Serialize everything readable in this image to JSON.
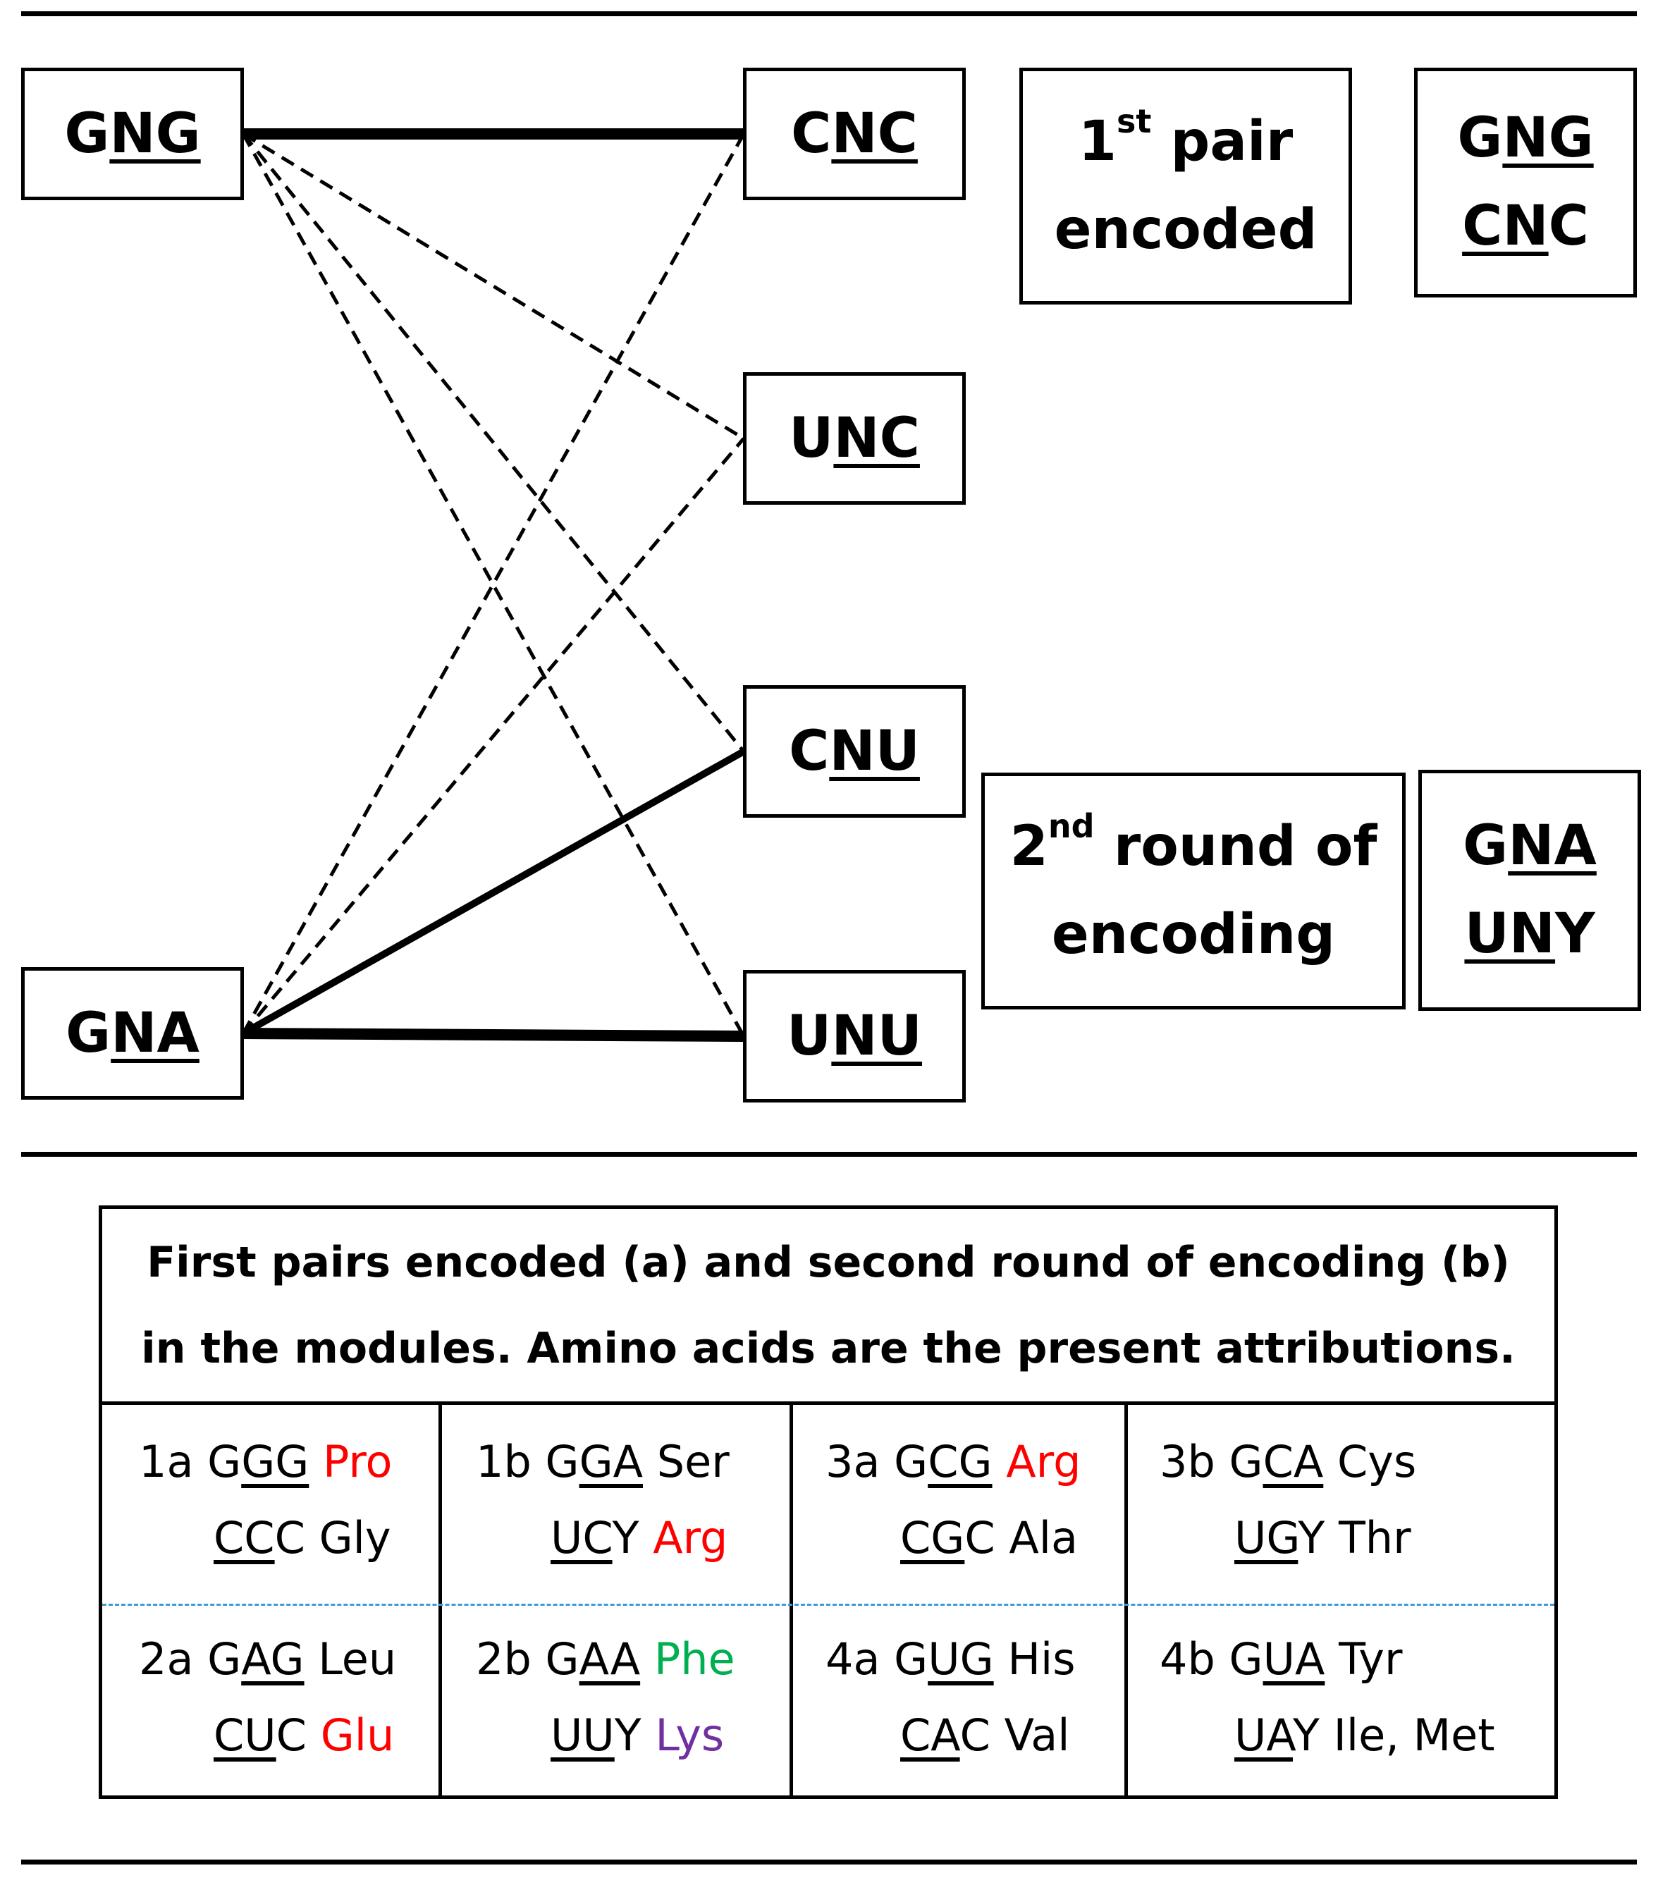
{
  "nodes": {
    "gng": {
      "pre": "G",
      "under": "NG"
    },
    "gna": {
      "pre": "G",
      "under": "NA"
    },
    "cnc": {
      "pre": "C",
      "under": "NC"
    },
    "unc": {
      "pre": "U",
      "under": "NC"
    },
    "cnu": {
      "pre": "C",
      "under": "NU"
    },
    "unu": {
      "pre": "U",
      "under": "NU"
    }
  },
  "info": {
    "first_pair": {
      "num": "1",
      "sup": "st",
      "rest": " pair",
      "line2": "encoded"
    },
    "first_pair_codes": {
      "a_pre": "G",
      "a_under": "NG",
      "b_under": "CN",
      "b_post": "C"
    },
    "second_round": {
      "num": "2",
      "sup": "nd",
      "rest": " round of",
      "line2": "encoding"
    },
    "second_round_codes": {
      "a_pre": "G",
      "a_under": "NA",
      "b_under": "UN",
      "b_post": "Y"
    }
  },
  "connections": [
    {
      "from": "GNG",
      "to": "CNC",
      "style": "solid-thick"
    },
    {
      "from": "GNG",
      "to": "UNC",
      "style": "dashed"
    },
    {
      "from": "GNG",
      "to": "CNU",
      "style": "dashed"
    },
    {
      "from": "GNG",
      "to": "UNU",
      "style": "dashed"
    },
    {
      "from": "GNA",
      "to": "CNC",
      "style": "dashed"
    },
    {
      "from": "GNA",
      "to": "UNC",
      "style": "dashed"
    },
    {
      "from": "GNA",
      "to": "CNU",
      "style": "solid"
    },
    {
      "from": "GNA",
      "to": "UNU",
      "style": "solid-thick"
    }
  ],
  "table": {
    "caption": "First pairs encoded (a) and second round of encoding (b) in the modules. Amino acids are the present attributions.",
    "cells": [
      {
        "id": "1a",
        "c1": {
          "pre": "G",
          "under": "GG",
          "post": ""
        },
        "aa1": "Pro",
        "aa1_color": "#ff0000",
        "c2": {
          "under": "CC",
          "post": "C"
        },
        "aa2": "Gly",
        "aa2_color": "#000000"
      },
      {
        "id": "1b",
        "c1": {
          "pre": "G",
          "under": "GA",
          "post": ""
        },
        "aa1": "Ser",
        "aa1_color": "#000000",
        "c2": {
          "under": "UC",
          "post": "Y"
        },
        "aa2": "Arg",
        "aa2_color": "#ff0000"
      },
      {
        "id": "3a",
        "c1": {
          "pre": "G",
          "under": "CG",
          "post": ""
        },
        "aa1": "Arg",
        "aa1_color": "#ff0000",
        "c2": {
          "under": "CG",
          "post": "C"
        },
        "aa2": "Ala",
        "aa2_color": "#000000"
      },
      {
        "id": "3b",
        "c1": {
          "pre": "G",
          "under": "CA",
          "post": ""
        },
        "aa1": "Cys",
        "aa1_color": "#000000",
        "c2": {
          "under": "UG",
          "post": "Y"
        },
        "aa2": "Thr",
        "aa2_color": "#000000"
      },
      {
        "id": "2a",
        "c1": {
          "pre": "G",
          "under": "AG",
          "post": ""
        },
        "aa1": "Leu",
        "aa1_color": "#000000",
        "c2": {
          "under": "CU",
          "post": "C"
        },
        "aa2": "Glu",
        "aa2_color": "#ff0000"
      },
      {
        "id": "2b",
        "c1": {
          "pre": "G",
          "under": "AA",
          "post": ""
        },
        "aa1": "Phe",
        "aa1_color": "#00b050",
        "c2": {
          "under": "UU",
          "post": "Y"
        },
        "aa2": "Lys",
        "aa2_color": "#7030a0"
      },
      {
        "id": "4a",
        "c1": {
          "pre": "G",
          "under": "UG",
          "post": ""
        },
        "aa1": "His",
        "aa1_color": "#000000",
        "c2": {
          "under": "CA",
          "post": "C"
        },
        "aa2": "Val",
        "aa2_color": "#000000"
      },
      {
        "id": "4b",
        "c1": {
          "pre": "G",
          "under": "UA",
          "post": ""
        },
        "aa1": "Tyr",
        "aa1_color": "#000000",
        "c2": {
          "under": "UA",
          "post": "Y"
        },
        "aa2": "Ile, Met",
        "aa2_color": "#000000"
      }
    ]
  }
}
